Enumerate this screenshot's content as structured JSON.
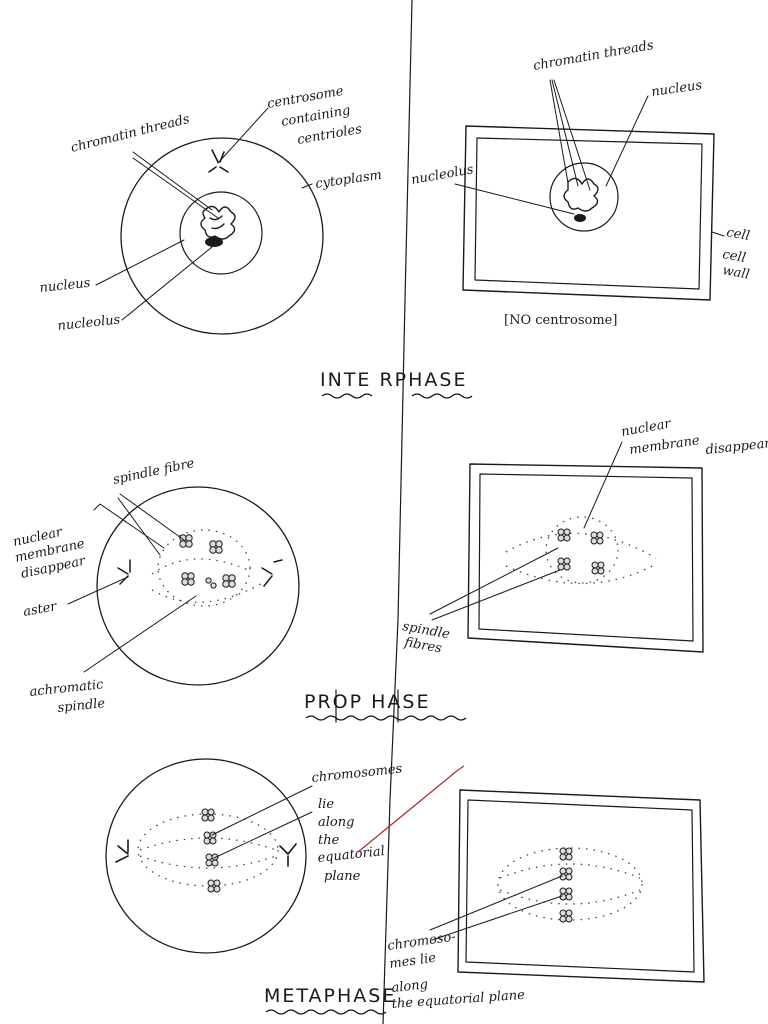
{
  "stages": {
    "interphase": "INTE RPHASE",
    "prophase": "PROP HASE",
    "metaphase": "METAPHASE"
  },
  "interphase_animal": {
    "chromatin": "chromatin threads",
    "centrosome_1": "centrosome",
    "centrosome_2": "containing",
    "centrosome_3": "centrioles",
    "cytoplasm": "cytoplasm",
    "nucleus": "nucleus",
    "nucleolus": "nucleolus"
  },
  "interphase_plant": {
    "chromatin": "chromatin threads",
    "nucleus": "nucleus",
    "nucleolus": "nucleolus",
    "cell_wall_1": "cell",
    "cell_wall_2": "cell",
    "cell_wall_3": "wall",
    "no_centrosome": "[NO centrosome]"
  },
  "prophase_animal": {
    "spindle": "spindle fibre",
    "nuclear_1": "nuclear",
    "nuclear_2": "membrane",
    "nuclear_3": "disappear",
    "aster": "aster",
    "achromatic_1": "achromatic",
    "achromatic_2": "spindle"
  },
  "prophase_plant": {
    "nuclear_1": "nuclear",
    "nuclear_2": "membrane",
    "nuclear_3": "disappear",
    "spindle_1": "spindle",
    "spindle_2": "fibres"
  },
  "metaphase_animal": {
    "line_1": "chromosomes",
    "line_2": "lie",
    "line_3": "along",
    "line_4": "the",
    "line_5": "equatorial",
    "line_6": "plane"
  },
  "metaphase_plant": {
    "line_1": "chromoso-",
    "line_2": "mes lie",
    "line_3": "along",
    "line_4": "the equatorial plane"
  },
  "colors": {
    "ink": "#1a1a1a",
    "red_pointer": "#b03030"
  }
}
